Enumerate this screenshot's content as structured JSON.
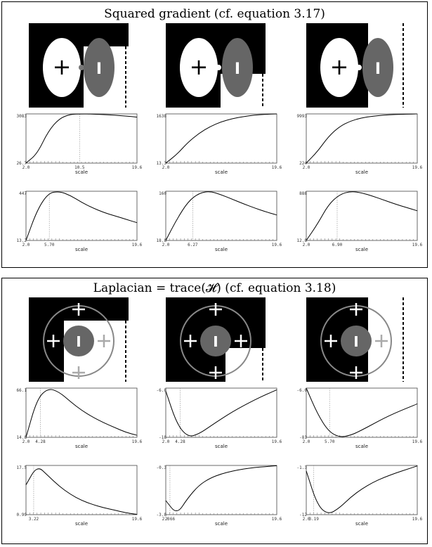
{
  "sections": [
    {
      "title": "Squared gradient (cf. equation 3.17)",
      "images": [
        {
          "glyph_left": "+",
          "glyph_right": "I"
        },
        {
          "glyph_left": "+",
          "glyph_right": "I"
        },
        {
          "glyph_left": "+",
          "glyph_right": "I"
        }
      ],
      "charts": [
        {
          "type": "line",
          "xlabel": "scale",
          "xlim": [
            2.0,
            19.6
          ],
          "x_tick_labels": [
            "2.0",
            "10.5",
            "19.6"
          ],
          "y_tick_labels": [
            "3083",
            "26.7"
          ],
          "marker": 10.5,
          "ylim": [
            26.7,
            3083
          ],
          "values": [
            26.7,
            600,
            2000,
            2800,
            3060,
            3083,
            3070,
            3040,
            3000,
            2950,
            2880
          ]
        },
        {
          "type": "line",
          "xlabel": "scale",
          "xlim": [
            2.0,
            19.6
          ],
          "x_tick_labels": [
            "2.0",
            "19.6"
          ],
          "y_tick_labels": [
            "1638",
            "13.3"
          ],
          "marker": null,
          "ylim": [
            13.3,
            1638
          ],
          "values": [
            13.3,
            300,
            700,
            1000,
            1220,
            1380,
            1480,
            1550,
            1600,
            1625,
            1638
          ]
        },
        {
          "type": "line",
          "xlabel": "scale",
          "xlim": [
            2.0,
            19.6
          ],
          "x_tick_labels": [
            "2.0",
            "19.6"
          ],
          "y_tick_labels": [
            "9993",
            "224"
          ],
          "marker": null,
          "ylim": [
            224,
            9993
          ],
          "values": [
            224,
            2500,
            5500,
            7500,
            8600,
            9200,
            9550,
            9750,
            9880,
            9950,
            9993
          ]
        },
        {
          "type": "line",
          "xlabel": "scale",
          "xlim": [
            2.0,
            19.6
          ],
          "x_tick_labels": [
            "2.0",
            "5.70",
            "19.6"
          ],
          "y_tick_labels": [
            "447",
            "13.2"
          ],
          "marker": 5.7,
          "ylim": [
            13.2,
            447
          ],
          "values": [
            13.2,
            280,
            430,
            447,
            410,
            350,
            300,
            260,
            230,
            200,
            170
          ]
        },
        {
          "type": "line",
          "xlabel": "scale",
          "xlim": [
            2.0,
            19.6
          ],
          "x_tick_labels": [
            "2.0",
            "6.27",
            "19.6"
          ],
          "y_tick_labels": [
            "160",
            "18.8"
          ],
          "marker": 6.27,
          "ylim": [
            18.8,
            160
          ],
          "values": [
            18.8,
            80,
            130,
            155,
            160,
            150,
            137,
            124,
            112,
            101,
            92
          ]
        },
        {
          "type": "line",
          "xlabel": "scale",
          "xlim": [
            2.0,
            19.6
          ],
          "x_tick_labels": [
            "2.0",
            "6.90",
            "19.6"
          ],
          "y_tick_labels": [
            "888",
            "12.8"
          ],
          "marker": 6.9,
          "ylim": [
            12.8,
            888
          ],
          "values": [
            12.8,
            300,
            650,
            830,
            888,
            860,
            800,
            730,
            660,
            600,
            540
          ]
        }
      ]
    },
    {
      "title": "Laplacian = trace(𝓗) (cf. equation 3.18)",
      "images": [
        {
          "glyph_center": "I"
        },
        {
          "glyph_center": "I"
        },
        {
          "glyph_center": "I"
        }
      ],
      "charts": [
        {
          "type": "line",
          "xlabel": "scale",
          "xlim": [
            2.0,
            19.6
          ],
          "x_tick_labels": [
            "2.0",
            "4.28",
            "19.6"
          ],
          "y_tick_labels": [
            "66.1",
            "14.8"
          ],
          "marker": 4.28,
          "ylim": [
            14.8,
            66.1
          ],
          "values": [
            14.8,
            55,
            66.1,
            62,
            52,
            43,
            36,
            30,
            25,
            20,
            17
          ]
        },
        {
          "type": "line",
          "xlabel": "scale",
          "xlim": [
            2.0,
            19.6
          ],
          "x_tick_labels": [
            "2.0",
            "4.28",
            "19.6"
          ],
          "y_tick_labels": [
            "-6.8",
            "-18"
          ],
          "marker": 4.28,
          "ylim": [
            -18,
            -6.8
          ],
          "values": [
            -7.5,
            -15,
            -18,
            -17.2,
            -15.5,
            -13.8,
            -12.2,
            -10.8,
            -9.5,
            -8.3,
            -7.2
          ]
        },
        {
          "type": "line",
          "xlabel": "scale",
          "xlim": [
            2.0,
            19.6
          ],
          "x_tick_labels": [
            "2.0",
            "5.70",
            "19.6"
          ],
          "y_tick_labels": [
            "-6.0",
            "-81"
          ],
          "marker": 5.7,
          "ylim": [
            -81,
            -6.0
          ],
          "values": [
            -6.0,
            -45,
            -72,
            -81,
            -78,
            -70,
            -61,
            -52,
            -44,
            -37,
            -30
          ]
        },
        {
          "type": "line",
          "xlabel": "scale",
          "xlim": [
            2.0,
            19.6
          ],
          "x_tick_labels": [
            "3.22",
            "19.6"
          ],
          "y_tick_labels": [
            "17.5",
            "0.99"
          ],
          "marker": 3.22,
          "ylim": [
            0.99,
            17.5
          ],
          "values": [
            11,
            17.5,
            14,
            10.5,
            7.8,
            5.8,
            4.4,
            3.3,
            2.5,
            1.6,
            1.1
          ]
        },
        {
          "type": "line",
          "xlabel": "scale",
          "xlim": [
            2.0,
            19.6
          ],
          "x_tick_labels": [
            "2.0",
            "2.66",
            "19.6"
          ],
          "y_tick_labels": [
            "-0.3",
            "-3.8"
          ],
          "marker": 2.66,
          "ylim": [
            -3.8,
            -0.3
          ],
          "values": [
            -2.8,
            -3.8,
            -2.6,
            -1.7,
            -1.2,
            -0.9,
            -0.7,
            -0.55,
            -0.45,
            -0.38,
            -0.32
          ]
        },
        {
          "type": "line",
          "xlabel": "scale",
          "xlim": [
            2.0,
            19.6
          ],
          "x_tick_labels": [
            "2.0",
            "3.19",
            "19.6"
          ],
          "y_tick_labels": [
            "-1.3",
            "-12"
          ],
          "marker": 3.19,
          "ylim": [
            -12,
            -1.3
          ],
          "values": [
            -2.5,
            -10,
            -12,
            -10.5,
            -8.2,
            -6.4,
            -5,
            -3.9,
            -3,
            -2.2,
            -1.4
          ]
        }
      ]
    }
  ]
}
